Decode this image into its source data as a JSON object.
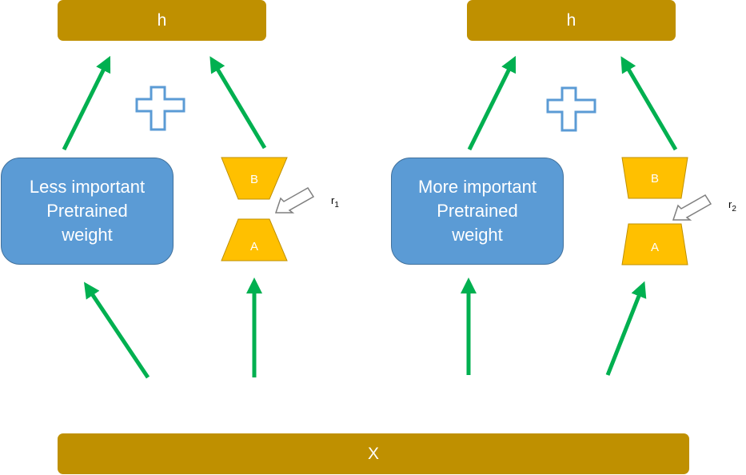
{
  "top_left_output": "h",
  "top_right_output": "h",
  "bottom_input": "X",
  "left_panel": {
    "weight_lines": [
      "Less important",
      "Pretrained",
      "weight"
    ],
    "trapezoid_top": "B",
    "trapezoid_bottom": "A",
    "rank_label": "r",
    "rank_subscript": "1"
  },
  "right_panel": {
    "weight_lines": [
      "More important",
      "Pretrained",
      "weight"
    ],
    "trapezoid_top": "B",
    "trapezoid_bottom": "A",
    "rank_label": "r",
    "rank_subscript": "2"
  },
  "colors": {
    "gold": "#bf9000",
    "blue_box": "#5b9bd5",
    "trapezoid": "#ffc000",
    "arrow_green": "#00b050",
    "plus_outline": "#5b9bd5",
    "pointer_outline": "#7f7f7f"
  }
}
